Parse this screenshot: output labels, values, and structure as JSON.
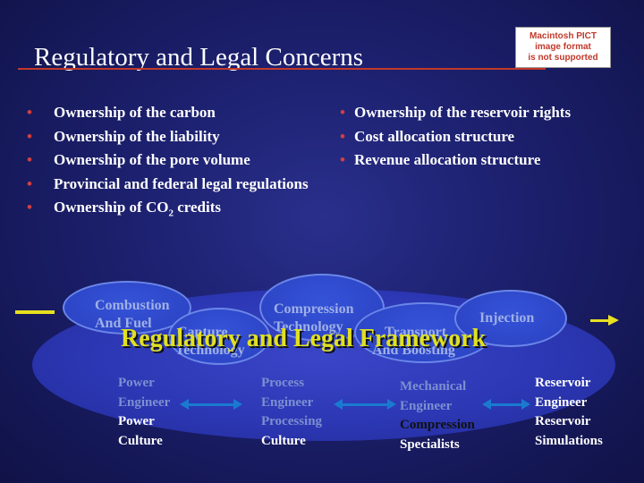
{
  "slide": {
    "title": "Regulatory and Legal Concerns",
    "image_placeholder": [
      "Macintosh PICT",
      "image format",
      "is not supported"
    ]
  },
  "left_bullets": [
    "Ownership of the carbon",
    "Ownership of the liability",
    "Ownership of the pore volume",
    "Provincial and federal legal regulations",
    {
      "pre": "Ownership of CO",
      "sub": "2",
      "post": " credits"
    }
  ],
  "right_bullets": [
    "Ownership of the reservoir rights",
    "Cost allocation structure",
    "Revenue allocation structure"
  ],
  "diagram": {
    "framework_label": "Regulatory and Legal Framework",
    "stages": {
      "combustion": [
        "Combustion",
        "And Fuel"
      ],
      "capture": [
        "Capture",
        "Technology"
      ],
      "compression": [
        "Compression",
        "Technology"
      ],
      "transport": [
        "Transport",
        "And Boosting"
      ],
      "injection": "Injection"
    },
    "roles": {
      "power": [
        "Power",
        "Engineer",
        "Power",
        "Culture"
      ],
      "process": [
        "Process",
        "Engineer",
        "Processing",
        "Culture"
      ],
      "mechanical": [
        "Mechanical",
        "Engineer",
        "Compression",
        "Specialists"
      ],
      "reservoir": [
        "Reservoir",
        "Engineer",
        "Reservoir",
        "Simulations"
      ]
    },
    "colors": {
      "framework_text": "#e0e020",
      "arrow": "#1a7ad0",
      "flow_arrow": "#e8e020"
    }
  }
}
